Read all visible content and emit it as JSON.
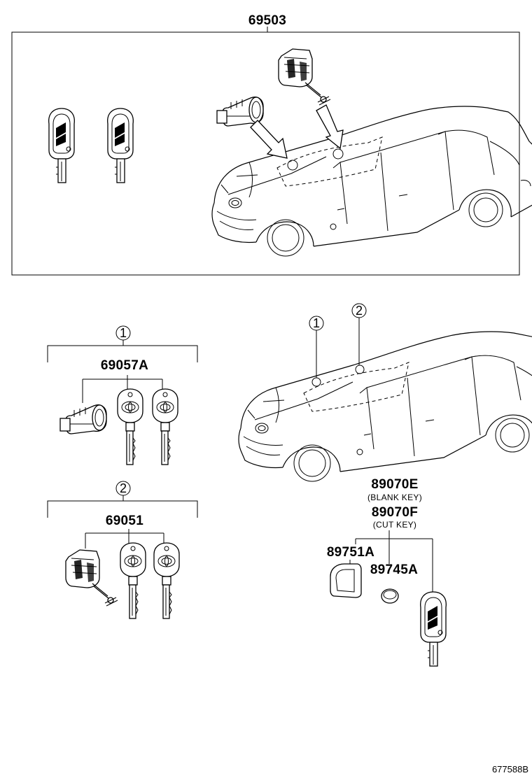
{
  "parts": {
    "kit_number": "69503",
    "set_1_number": "69057A",
    "set_2_number": "69051",
    "blank_key_number": "89070E",
    "blank_key_note": "(BLANK KEY)",
    "cut_key_number": "89070F",
    "cut_key_note": "(CUT KEY)",
    "case_number": "89751A",
    "battery_number": "89745A"
  },
  "callouts": {
    "set_1_circle": "1",
    "set_2_circle": "2",
    "car_marker_1": "1",
    "car_marker_2": "2"
  },
  "figure_id": "677588B"
}
